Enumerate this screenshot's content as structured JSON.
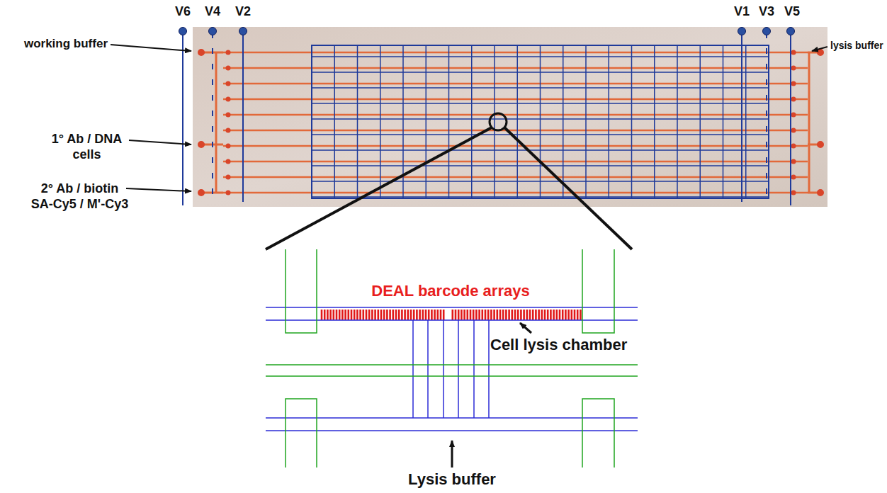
{
  "diagram": {
    "labels": [
      "V6",
      "V4",
      "V2",
      "V1",
      "V3",
      "V5",
      "working buffer",
      "1° Ab / DNA cells",
      "2° Ab / biotin SA-Cy5 / M'-Cy3",
      "lysis buffer",
      "DEAL barcode arrays",
      "Cell lysis chamber",
      "Lysis buffer"
    ]
  }
}
